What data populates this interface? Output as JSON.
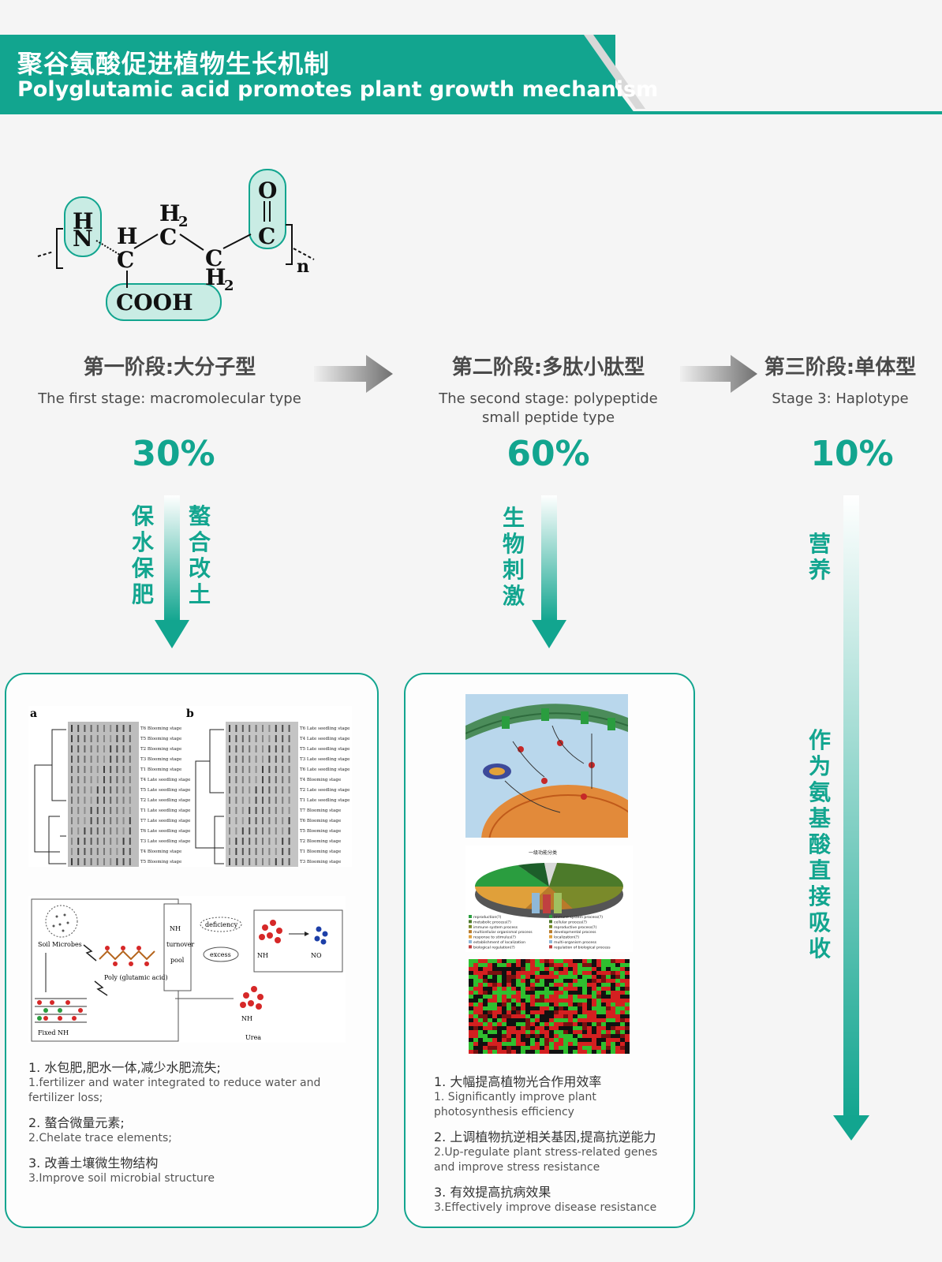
{
  "header": {
    "title_cn": "聚谷氨酸促进植物生长机制",
    "title_en": "Polyglutamic acid promotes plant growth mechanism"
  },
  "molecule": {
    "h_top": "H",
    "n": "N",
    "h_alpha": "H",
    "c_alpha": "C",
    "h2_top": "H",
    "c_mid": "C",
    "c_right": "C",
    "h2_bottom": "H",
    "sub2": "2",
    "o": "O",
    "c_carbonyl": "C",
    "cooh": "COOH",
    "n_sub": "n"
  },
  "stages": [
    {
      "title_cn": "第一阶段:大分子型",
      "title_en": "The first stage: macromolecular type",
      "percent": "30%",
      "left_tag": "保水保肥",
      "right_tag": "螯合改土"
    },
    {
      "title_cn": "第二阶段:多肽小肽型",
      "title_en": "The second stage: polypeptide small peptide type",
      "percent": "60%",
      "tag": "生物刺激"
    },
    {
      "title_cn": "第三阶段:单体型",
      "title_en": "Stage 3: Haplotype",
      "percent": "10%",
      "tag_top": "营养",
      "tag_bottom": "作为氨基酸直接吸收"
    }
  ],
  "panel1": {
    "fig_a_label": "a",
    "fig_b_label": "b",
    "fig_a_rows": [
      "T6 Blooming stage",
      "T5 Blooming stage",
      "T2 Blooming stage",
      "T3 Blooming stage",
      "T1 Blooming stage",
      "T4 Late seedling stage",
      "T5 Late seedling stage",
      "T2 Late seedling stage",
      "T1 Late seedling stage",
      "T7 Late seedling stage",
      "T6 Late seedling stage",
      "T3 Late seedling stage",
      "T4 Blooming stage",
      "T5 Blooming stage"
    ],
    "fig_b_rows": [
      "T6 Late seedling stage",
      "T4 Late seedling stage",
      "T5 Late seedling stage",
      "T3 Late seedling stage",
      "T6 Late seedling stage",
      "T4 Blooming stage",
      "T2 Late seedling stage",
      "T1 Late seedling stage",
      "T7 Blooming stage",
      "T6 Blooming stage",
      "T5 Blooming stage",
      "T2 Blooming stage",
      "T1 Blooming stage",
      "T3 Blooming stage"
    ],
    "cycle": {
      "soil_microbes": "Soil Microbes",
      "pga": "Poly (glutamic acid)",
      "pool_line1": "NH",
      "pool_line2": "turnover",
      "pool_line3": "pool",
      "deficiency": "deficiency",
      "excess": "excess",
      "nh4": "NH",
      "no3": "NO",
      "nh3": "NH",
      "urea": "Urea",
      "fixed": "Fixed NH"
    },
    "items": [
      {
        "cn": "1. 水包肥,肥水一体,减少水肥流失;",
        "en": "1.fertilizer and water integrated to reduce water and fertilizer loss;"
      },
      {
        "cn": "2. 螯合微量元素;",
        "en": "2.Chelate trace elements;"
      },
      {
        "cn": "3. 改善土壤微生物结构",
        "en": "3.Improve soil microbial structure"
      }
    ]
  },
  "panel2": {
    "pie_title": "一级功能分类",
    "legend_left": [
      "reproduction(?)",
      "metabolic process(?)",
      "immune system process",
      "multicellular organismal process",
      "response to stimulus(?)",
      "establishment of localization",
      "biological regulation(?)"
    ],
    "legend_right": [
      "immune system process(?)",
      "cellular process(?)",
      "reproductive process(?)",
      "developmental process",
      "localization(?)",
      "multi-organism process",
      "regulation of biological process"
    ],
    "items": [
      {
        "cn": "1. 大幅提高植物光合作用效率",
        "en": "1. Significantly improve plant photosynthesis efficiency"
      },
      {
        "cn": "2. 上调植物抗逆相关基因,提高抗逆能力",
        "en": "2.Up-regulate plant stress-related genes and improve stress resistance"
      },
      {
        "cn": "3. 有效提高抗病效果",
        "en": "3.Effectively improve disease resistance"
      }
    ]
  },
  "colors": {
    "brand": "#12a58f",
    "text": "#4a4a4a",
    "arrow_grey": "#8a8a8a"
  }
}
